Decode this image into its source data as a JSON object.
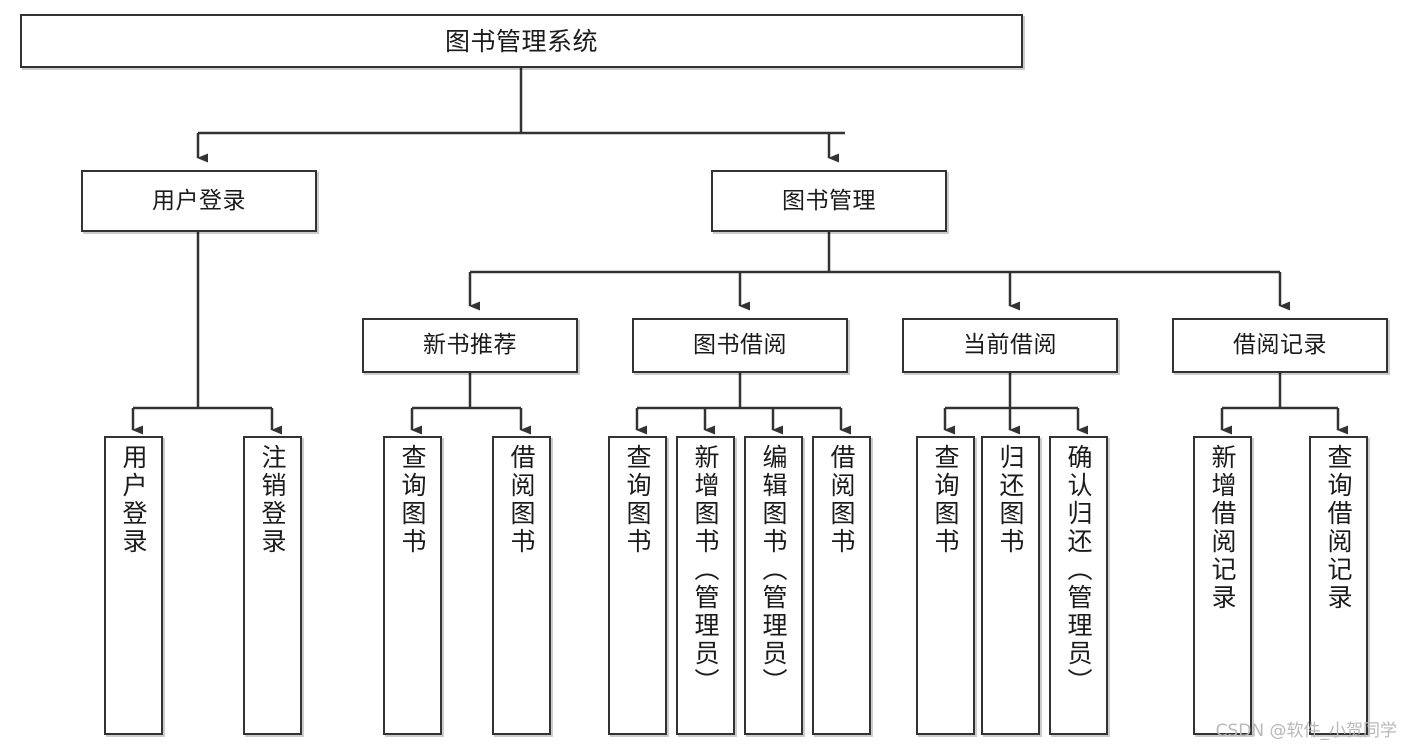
{
  "diagram": {
    "title": "图书管理系统",
    "type": "tree-hierarchy",
    "watermark": "CSDN @软件_小贺同学",
    "colors": {
      "background": "#ffffff",
      "box_border": "#333333",
      "text": "#1b1b1b",
      "edge": "#333333",
      "watermark": "#b9b9b9"
    }
  },
  "nodes": {
    "root": {
      "label": "图书管理系统"
    },
    "level2": [
      {
        "label": "用户登录"
      },
      {
        "label": "图书管理"
      }
    ],
    "level3": [
      {
        "label": "新书推荐"
      },
      {
        "label": "图书借阅"
      },
      {
        "label": "当前借阅"
      },
      {
        "label": "借阅记录"
      }
    ],
    "leaves": {
      "user_login": [
        {
          "label": "用户登录"
        },
        {
          "label": "注销登录"
        }
      ],
      "new_book_recommend": [
        {
          "label": "查询图书"
        },
        {
          "label": "借阅图书"
        }
      ],
      "book_borrow": [
        {
          "label": "查询图书"
        },
        {
          "label": "新增图书（管理员）"
        },
        {
          "label": "编辑图书（管理员）"
        },
        {
          "label": "借阅图书"
        }
      ],
      "current_borrow": [
        {
          "label": "查询图书"
        },
        {
          "label": "归还图书"
        },
        {
          "label": "确认归还（管理员）"
        }
      ],
      "borrow_record": [
        {
          "label": "新增借阅记录"
        },
        {
          "label": "查询借阅记录"
        }
      ]
    }
  }
}
